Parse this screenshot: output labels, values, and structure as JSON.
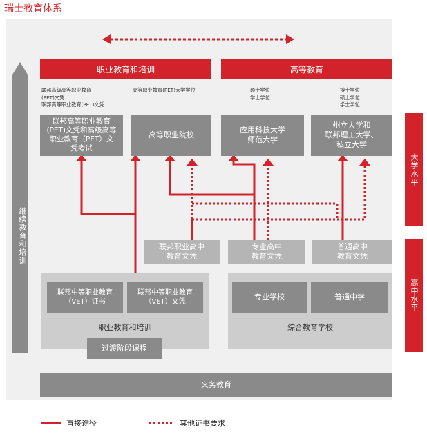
{
  "title": "瑞士教育体系",
  "headers": {
    "vocational": "职业教育和培训",
    "higher": "高等教育"
  },
  "side_labels": {
    "lifelong": "继续教育和培训",
    "university_level": "大学水平",
    "highschool_level": "高中水平"
  },
  "degrees": {
    "col1": "联邦高级高等职业教育\n(PET)文凭\n联邦高等职业教育(PET)文凭",
    "col2": "高等职业教育(PET)大学学位",
    "col3": "硕士学位\n学士学位",
    "col4": "博士学位\n硕士学位\n学士学位"
  },
  "tertiary": {
    "exams": "联邦高等职业教育\n(PET)文凭和高级高等\n职业教育（PET）文\n凭考试",
    "college": "高等职业院校",
    "applied": "应用科技大学\n师范大学",
    "university": "州立大学和\n联邦理工大学、\n私立大学"
  },
  "maturity": {
    "vocational": "联邦职业高中\n教育文凭",
    "specialized": "专业高中\n教育文凭",
    "general": "普通高中\n教育文凭"
  },
  "secondary": {
    "vet_certificate": "联邦中等职业教育\n（VET）证书",
    "vet_diploma": "联邦中等职业教育\n（VET）文凭",
    "vet_label": "职业教育和培训",
    "bridge": "过渡阶段课程",
    "specialized_school": "专业学校",
    "general_school": "普通中学",
    "comprehensive_label": "综合教育学校"
  },
  "compulsory": "义务教育",
  "legend": {
    "direct": "直接途径",
    "other": "其他证书要求"
  },
  "colors": {
    "red": "#d2232a",
    "dark_box": "#8a8a8a",
    "mid_box": "#b5b5b5",
    "light_box": "#cdcdcd",
    "panel": "#f0f0f0"
  }
}
